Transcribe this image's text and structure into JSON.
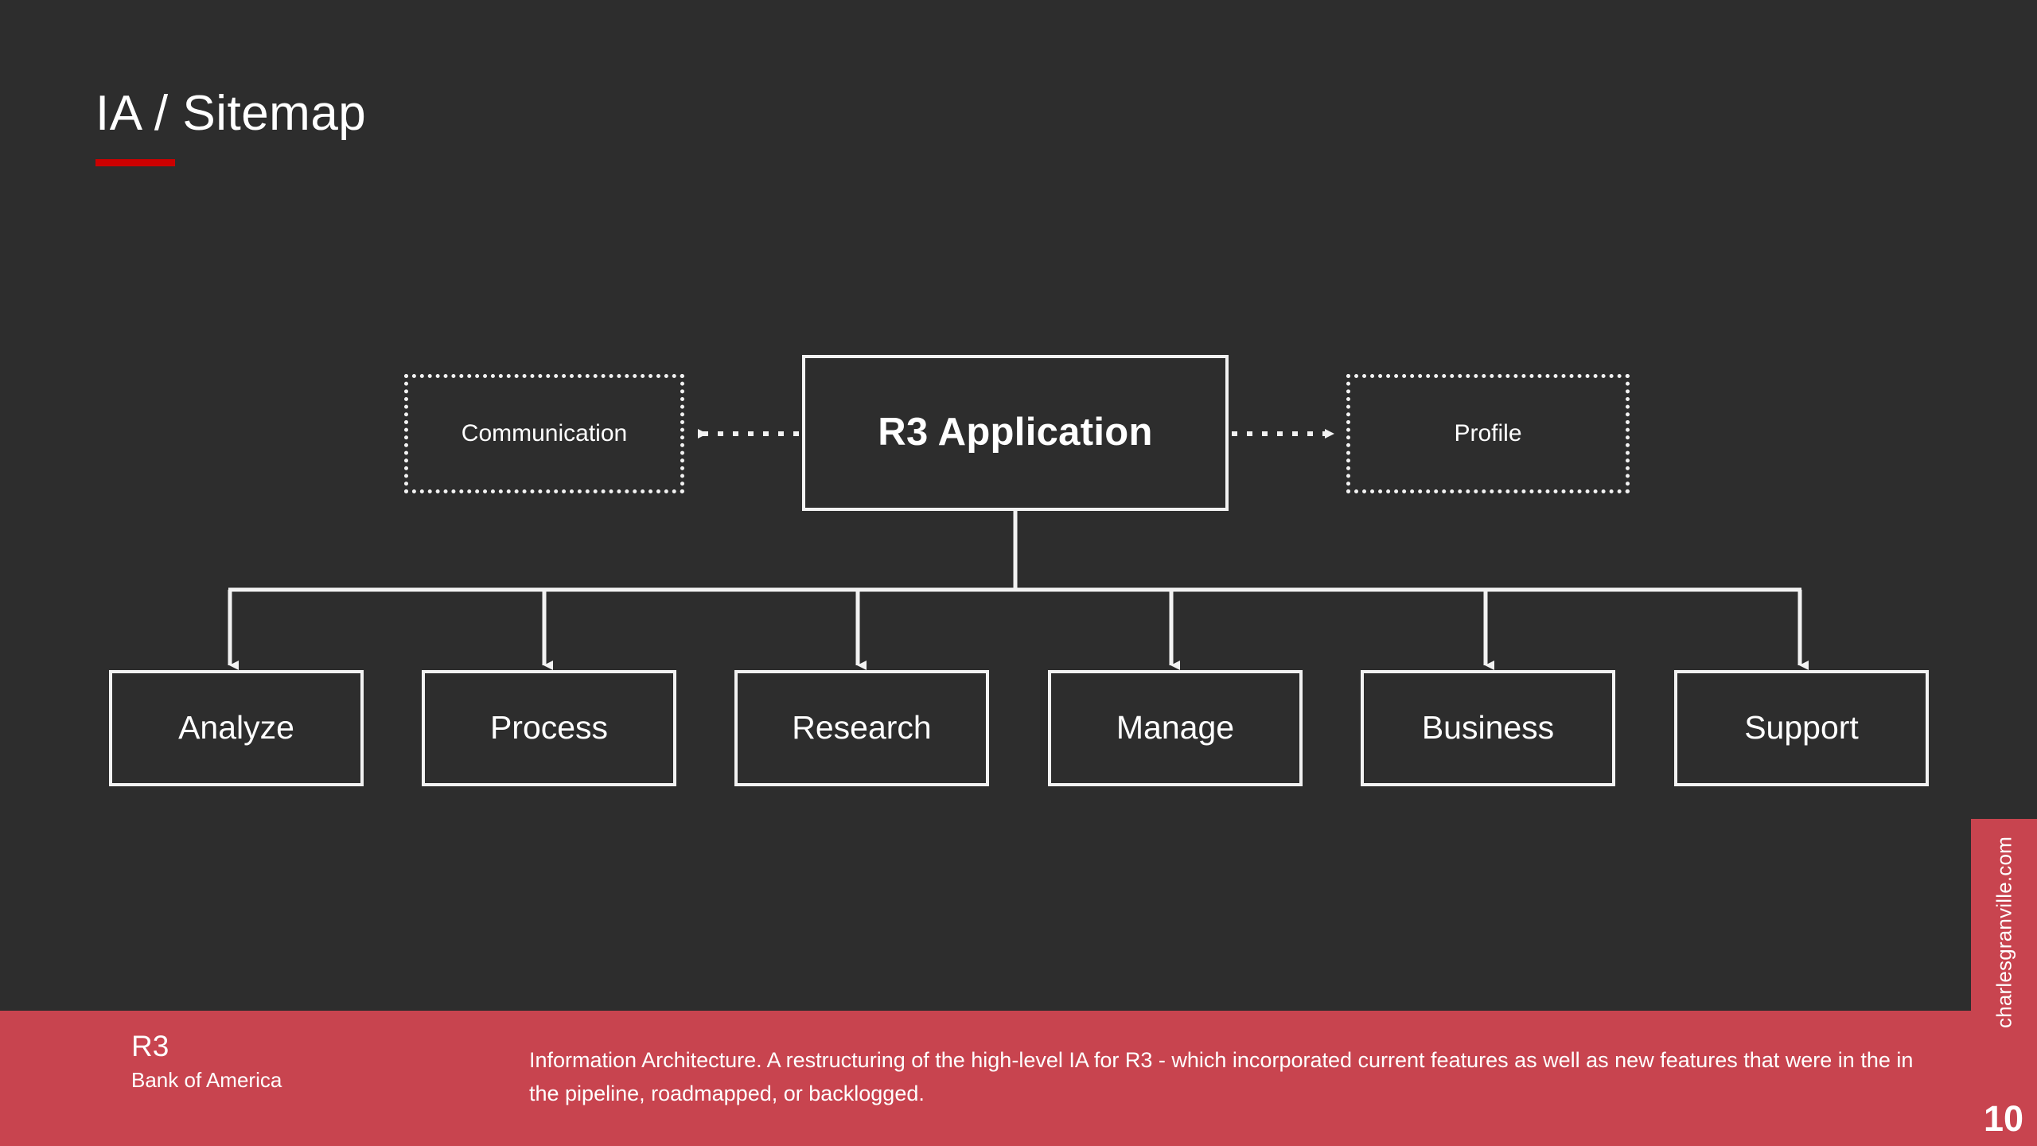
{
  "slide": {
    "title": "IA / Sitemap",
    "background_color": "#2d2d2d",
    "accent_red": "#cc0000",
    "footer_red": "#c8444f",
    "line_color": "#f2f2f2"
  },
  "diagram": {
    "type": "tree",
    "root": {
      "label": "R3 Application"
    },
    "siblings": [
      {
        "label": "Communication",
        "side": "left",
        "border": "dotted",
        "arrow": "left"
      },
      {
        "label": "Profile",
        "side": "right",
        "border": "dotted",
        "arrow": "right"
      }
    ],
    "children": [
      {
        "label": "Analyze"
      },
      {
        "label": "Process"
      },
      {
        "label": "Research"
      },
      {
        "label": "Manage"
      },
      {
        "label": "Business"
      },
      {
        "label": "Support"
      }
    ]
  },
  "footer": {
    "project": "R3",
    "client": "Bank of America",
    "caption": "Information Architecture. A restructuring of the high-level IA for R3 - which incorporated current features as well as new features that were in the in the pipeline, roadmapped, or backlogged."
  },
  "right_rail": {
    "site": "charlesgranville.com",
    "page_number": "10"
  }
}
